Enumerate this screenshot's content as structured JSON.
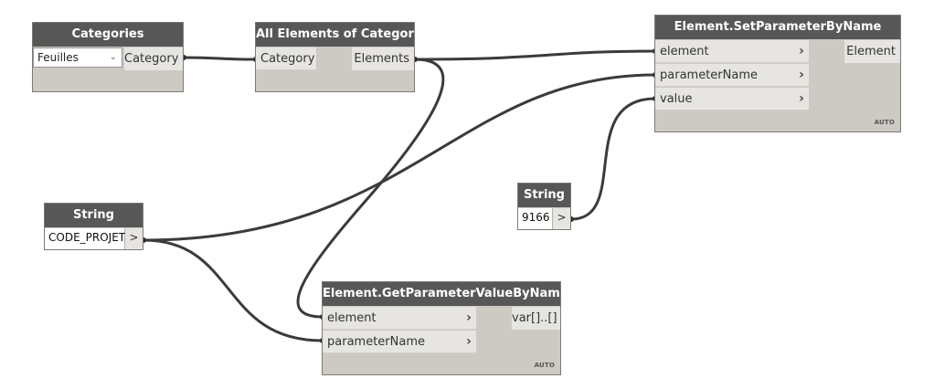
{
  "nodes": {
    "categories": {
      "title": "Categories",
      "dropdown_value": "Feuilles",
      "output": "Category"
    },
    "all_elements": {
      "title": "All Elements of Category",
      "input": "Category",
      "output": "Elements"
    },
    "set_param": {
      "title": "Element.SetParameterByName",
      "inputs": [
        "element",
        "parameterName",
        "value"
      ],
      "output": "Element",
      "lacing": "AUTO"
    },
    "string_code": {
      "title": "String",
      "value": "CODE_PROJET",
      "output": ">"
    },
    "string_9166": {
      "title": "String",
      "value": "9166",
      "output": ">"
    },
    "get_param": {
      "title": "Element.GetParameterValueByName",
      "inputs": [
        "element",
        "parameterName"
      ],
      "output": "var[]..[]",
      "lacing": "AUTO"
    }
  },
  "colors": {
    "node_header": "#575757",
    "node_body": "#cdc9c3",
    "port_bg": "#e7e5e2",
    "wire": "#3b3b3b"
  }
}
